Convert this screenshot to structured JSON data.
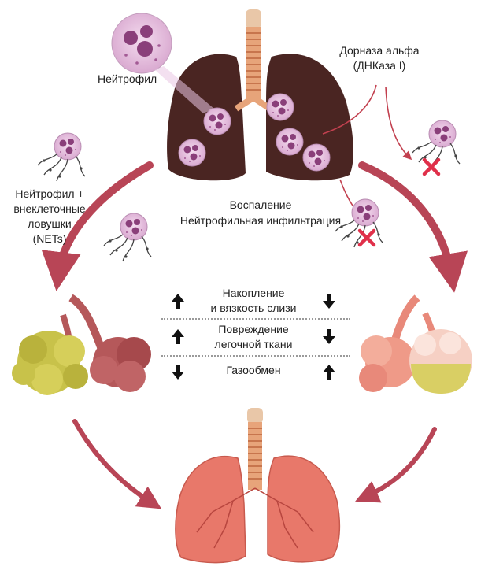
{
  "labels": {
    "neutrophil": "Нейтрофил",
    "dornase_line1": "Дорназа альфа",
    "dornase_line2": "(ДНКаза I)",
    "nets_line1": "Нейтрофил +",
    "nets_line2": "внеклеточные",
    "nets_line3": "ловушки",
    "nets_line4": "(NETs)",
    "inflammation_line1": "Воспаление",
    "inflammation_line2": "Нейтрофильная инфильтрация"
  },
  "effects": [
    {
      "line1": "Накопление",
      "line2": "и вязкость слизи",
      "left": "↑",
      "right": "↓"
    },
    {
      "line1": "Повреждение",
      "line2": "легочной ткани",
      "left": "↑",
      "right": "↓"
    },
    {
      "line1": "Газообмен",
      "line2": "",
      "left": "↓",
      "right": "↑"
    }
  ],
  "colors": {
    "arrow": "#b84556",
    "diseased_lung": "#4a2522",
    "healthy_lung": "#e8786a",
    "mucus": "#c8c24a",
    "alveoli_dark": "#b5585a",
    "neutrophil_cell": "#e9c6e3",
    "nucleus": "#8a3f7a",
    "cross": "#e0304a"
  },
  "icons": {
    "neutrophil": "neutrophil-cell-icon",
    "blocked": "red-x-icon",
    "increase": "up-arrow",
    "decrease": "down-arrow"
  }
}
